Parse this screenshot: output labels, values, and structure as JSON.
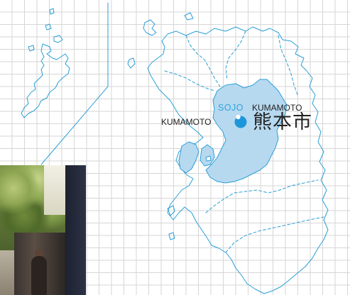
{
  "labels": {
    "sojo": "SOJO",
    "kumamoto_upper": "KUMAMOTO",
    "kumamoto_left": "KUMAMOTO",
    "city_kanji": "熊本市"
  },
  "colors": {
    "grid": "#d6d6d6",
    "outline": "#2a9fd6",
    "region_fill": "#b7d9f0",
    "sojo_text": "#2fa3d9",
    "marker": "#1d97da",
    "label_text": "#222222"
  },
  "map": {
    "highlighted_region": "Kumamoto",
    "marker_icon": "location-dot-icon"
  }
}
